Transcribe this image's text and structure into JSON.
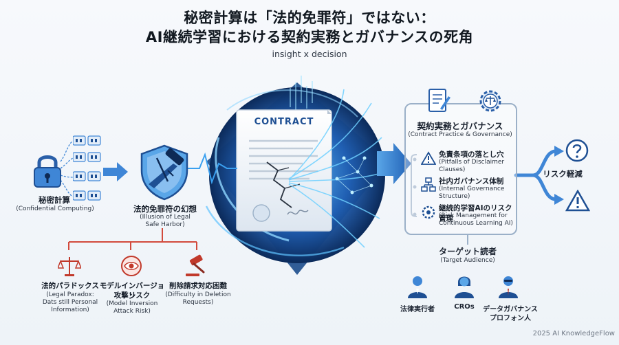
{
  "header": {
    "title_line1": "秘密計算は「法的免罪符」ではない：",
    "title_line2": "AI継続学習における契約実務とガバナンスの死角",
    "subtitle": "insight x decision"
  },
  "left": {
    "confidential": {
      "jp": "秘密計算",
      "en": "(Confidential Computing)"
    },
    "safe_harbor": {
      "jp": "法的免罪符の幻想",
      "en1": "(Illusion of Legal",
      "en2": "Safe Harbor)"
    },
    "risks": [
      {
        "jp": "法的パラドックス",
        "en1": "(Legal Paradox:",
        "en2": "Dats still Personal",
        "en3": "Information)"
      },
      {
        "jp1": "モデルインバージョン",
        "jp2": "攻撃リスク",
        "en1": "(Model Inversion",
        "en2": "Attack Risk)"
      },
      {
        "jp": "削除請求対応困難",
        "en1": "(Difficulty in Deletion",
        "en2": "Requests)"
      }
    ]
  },
  "center": {
    "contract_label": "CONTRACT"
  },
  "right": {
    "panel_title_jp": "契約実務とガバナンス",
    "panel_title_en": "(Contract Practice & Governance)",
    "items": [
      {
        "jp": "免責条項の落とし穴",
        "en1": "(Pitfalls of Disclaimer",
        "en2": "Clauses)"
      },
      {
        "jp": "社内ガバナンス体制",
        "en1": "(Internal Governance",
        "en2": "Structure)"
      },
      {
        "jp": "継続的学習AIのリスク管理",
        "en1": "(Risk Management for",
        "en2": "Continuous Learning AI)"
      }
    ],
    "risk_reduction": "リスク軽減",
    "audience_title_jp": "ターゲット読者",
    "audience_title_en": "(Target Audience)",
    "audience": [
      {
        "label": "法律実行者"
      },
      {
        "label": "CROs"
      },
      {
        "label1": "データガバナンス",
        "label2": "プロフォン人"
      }
    ]
  },
  "footer": {
    "text": "2025 AI KnowledgeFlow"
  }
}
